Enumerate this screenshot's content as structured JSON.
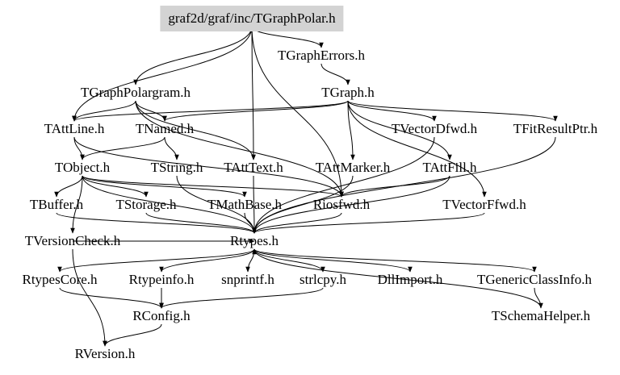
{
  "diagram": {
    "colors": {
      "background": "#ffffff",
      "edge": "#000000",
      "root_fill": "#d3d3d3",
      "text": "#000000"
    },
    "nodes": {
      "n0": "graf2d/graf/inc/TGraphPolar.h",
      "n1": "TGraphErrors.h",
      "n2": "TGraphPolargram.h",
      "n3": "TGraph.h",
      "n4": "TAttLine.h",
      "n5": "TNamed.h",
      "n6": "TVectorDfwd.h",
      "n7": "TFitResultPtr.h",
      "n8": "TObject.h",
      "n9": "TString.h",
      "n10": "TAttText.h",
      "n11": "TAttMarker.h",
      "n12": "TAttFill.h",
      "n13": "TBuffer.h",
      "n14": "TStorage.h",
      "n15": "TMathBase.h",
      "n16": "Riosfwd.h",
      "n17": "TVectorFfwd.h",
      "n18": "TVersionCheck.h",
      "n19": "Rtypes.h",
      "n20": "RtypesCore.h",
      "n21": "Rtypeinfo.h",
      "n22": "snprintf.h",
      "n23": "strlcpy.h",
      "n24": "DllImport.h",
      "n25": "TGenericClassInfo.h",
      "n26": "TSchemaHelper.h",
      "n27": "RConfig.h",
      "n28": "RVersion.h"
    },
    "edges": [
      [
        "n0",
        "n1"
      ],
      [
        "n0",
        "n2"
      ],
      [
        "n0",
        "n4"
      ],
      [
        "n0",
        "n10"
      ],
      [
        "n0",
        "n16"
      ],
      [
        "n1",
        "n3"
      ],
      [
        "n2",
        "n4"
      ],
      [
        "n2",
        "n5"
      ],
      [
        "n2",
        "n10"
      ],
      [
        "n2",
        "n16"
      ],
      [
        "n3",
        "n4"
      ],
      [
        "n3",
        "n5"
      ],
      [
        "n3",
        "n6"
      ],
      [
        "n3",
        "n7"
      ],
      [
        "n3",
        "n11"
      ],
      [
        "n3",
        "n12"
      ],
      [
        "n3",
        "n17"
      ],
      [
        "n4",
        "n8"
      ],
      [
        "n4",
        "n16"
      ],
      [
        "n5",
        "n8"
      ],
      [
        "n5",
        "n9"
      ],
      [
        "n6",
        "n19"
      ],
      [
        "n7",
        "n19"
      ],
      [
        "n8",
        "n13"
      ],
      [
        "n8",
        "n14"
      ],
      [
        "n8",
        "n15"
      ],
      [
        "n8",
        "n16"
      ],
      [
        "n8",
        "n18"
      ],
      [
        "n8",
        "n19"
      ],
      [
        "n9",
        "n19"
      ],
      [
        "n10",
        "n19"
      ],
      [
        "n11",
        "n19"
      ],
      [
        "n12",
        "n19"
      ],
      [
        "n12",
        "n16"
      ],
      [
        "n13",
        "n19"
      ],
      [
        "n14",
        "n19"
      ],
      [
        "n15",
        "n19"
      ],
      [
        "n16",
        "n19"
      ],
      [
        "n17",
        "n19"
      ],
      [
        "n18",
        "n19"
      ],
      [
        "n18",
        "n28"
      ],
      [
        "n19",
        "n20"
      ],
      [
        "n19",
        "n21"
      ],
      [
        "n19",
        "n22"
      ],
      [
        "n19",
        "n23"
      ],
      [
        "n19",
        "n24"
      ],
      [
        "n19",
        "n25"
      ],
      [
        "n20",
        "n27"
      ],
      [
        "n21",
        "n27"
      ],
      [
        "n23",
        "n27"
      ],
      [
        "n25",
        "n26"
      ],
      [
        "n26",
        "n19"
      ],
      [
        "n27",
        "n28"
      ]
    ]
  }
}
